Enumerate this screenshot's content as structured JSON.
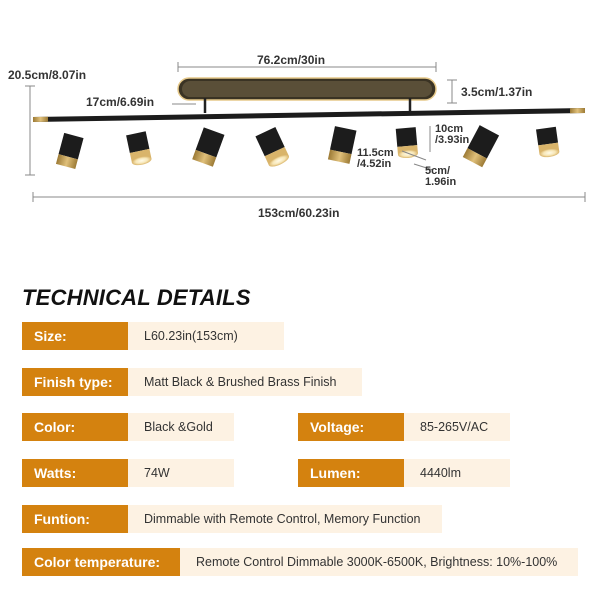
{
  "dimensions": {
    "canopy_length": "76.2cm/30in",
    "total_height": "20.5cm/8.07in",
    "canopy_height": "3.5cm/1.37in",
    "spot_spacing": "17cm/6.69in",
    "head_length": "10cm\n/3.93in",
    "head_drop": "11.5cm\n/4.52in",
    "head_width": "5cm/\n1.96in",
    "total_length": "153cm/60.23in"
  },
  "section_title": "TECHNICAL DETAILS",
  "specs": {
    "size": {
      "label": "Size:",
      "value": "L60.23in(153cm)"
    },
    "finish": {
      "label": "Finish type:",
      "value": "Matt Black & Brushed Brass Finish"
    },
    "color": {
      "label": "Color:",
      "value": "Black &Gold"
    },
    "voltage": {
      "label": "Voltage:",
      "value": "85-265V/AC"
    },
    "watts": {
      "label": "Watts:",
      "value": "74W"
    },
    "lumen": {
      "label": "Lumen:",
      "value": "4440lm"
    },
    "function": {
      "label": "Funtion:",
      "value": "Dimmable with Remote Control, Memory Function"
    },
    "color_temp": {
      "label": "Color temperature:",
      "value": "Remote Control Dimmable 3000K-6500K, Brightness: 10%-100%"
    }
  },
  "colors": {
    "label_bg": "#d4820f",
    "value_bg": "#fdf2e3",
    "fixture_black": "#1c1c1c",
    "brass": "#c19a4b"
  }
}
